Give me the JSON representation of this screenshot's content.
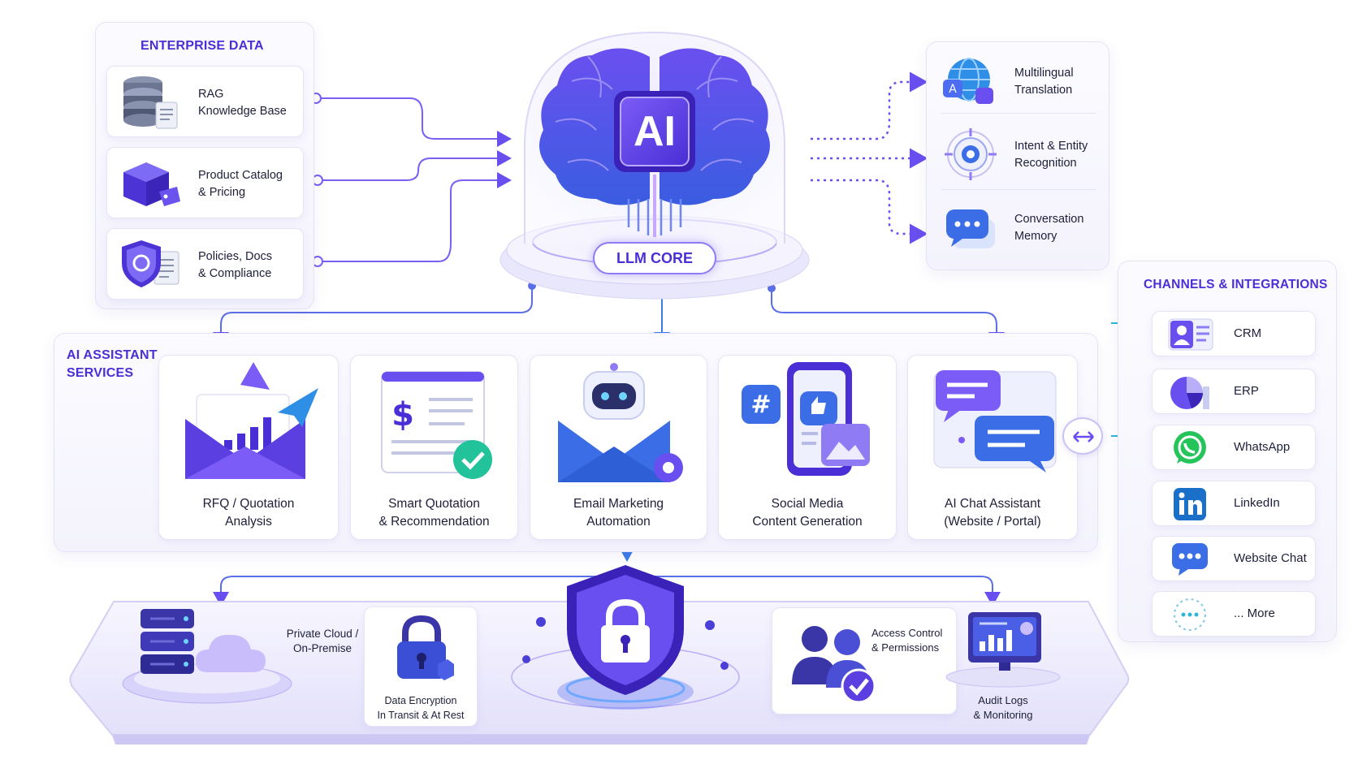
{
  "enterprise_data": {
    "title": "ENTERPRISE DATA",
    "items": [
      {
        "label": "RAG\nKnowledge Base",
        "icon": "database-icon"
      },
      {
        "label": "Product Catalog\n& Pricing",
        "icon": "box-tag-icon"
      },
      {
        "label": "Policies, Docs\n& Compliance",
        "icon": "shield-document-icon"
      }
    ]
  },
  "core": {
    "center_label": "AI",
    "base_label": "LLM CORE",
    "icon": "brain-icon"
  },
  "capabilities": {
    "items": [
      {
        "label": "Multilingual\nTranslation",
        "icon": "globe-translate-icon"
      },
      {
        "label": "Intent & Entity\nRecognition",
        "icon": "target-icon"
      },
      {
        "label": "Conversation\nMemory",
        "icon": "chat-bubble-icon"
      }
    ]
  },
  "services": {
    "title": "AI ASSISTANT\nSERVICES",
    "items": [
      {
        "label": "RFQ / Quotation\nAnalysis",
        "icon": "envelope-chart-icon"
      },
      {
        "label": "Smart Quotation\n& Recommendation",
        "icon": "invoice-check-icon"
      },
      {
        "label": "Email Marketing\nAutomation",
        "icon": "robot-envelope-icon"
      },
      {
        "label": "Social Media\nContent Generation",
        "icon": "phone-social-icon"
      },
      {
        "label": "AI Chat Assistant\n(Website / Portal)",
        "icon": "chat-window-icon"
      }
    ]
  },
  "channels": {
    "title": "CHANNELS & INTEGRATIONS",
    "items": [
      {
        "label": "CRM",
        "icon": "crm-icon"
      },
      {
        "label": "ERP",
        "icon": "pie-chart-icon"
      },
      {
        "label": "WhatsApp",
        "icon": "whatsapp-icon"
      },
      {
        "label": "LinkedIn",
        "icon": "linkedin-icon"
      },
      {
        "label": "Website Chat",
        "icon": "chat-icon"
      },
      {
        "label": "... More",
        "icon": "more-icon"
      }
    ]
  },
  "security": {
    "items": [
      {
        "label": "Private Cloud /\nOn-Premise",
        "icon": "server-cloud-icon"
      },
      {
        "label": "Data Encryption\nIn Transit & At Rest",
        "icon": "padlock-icon"
      },
      {
        "label": "",
        "icon": "shield-lock-icon"
      },
      {
        "label": "Access Control\n& Permissions",
        "icon": "users-check-icon"
      },
      {
        "label": "Audit Logs\n& Monitoring",
        "icon": "monitor-chart-icon"
      }
    ]
  },
  "colors": {
    "accent": "#5b3fe0",
    "accent_light": "#8f7cf5",
    "teal": "#2bb8d6",
    "title": "#4a2fd6",
    "panel_bg": "#f6f5fd"
  }
}
